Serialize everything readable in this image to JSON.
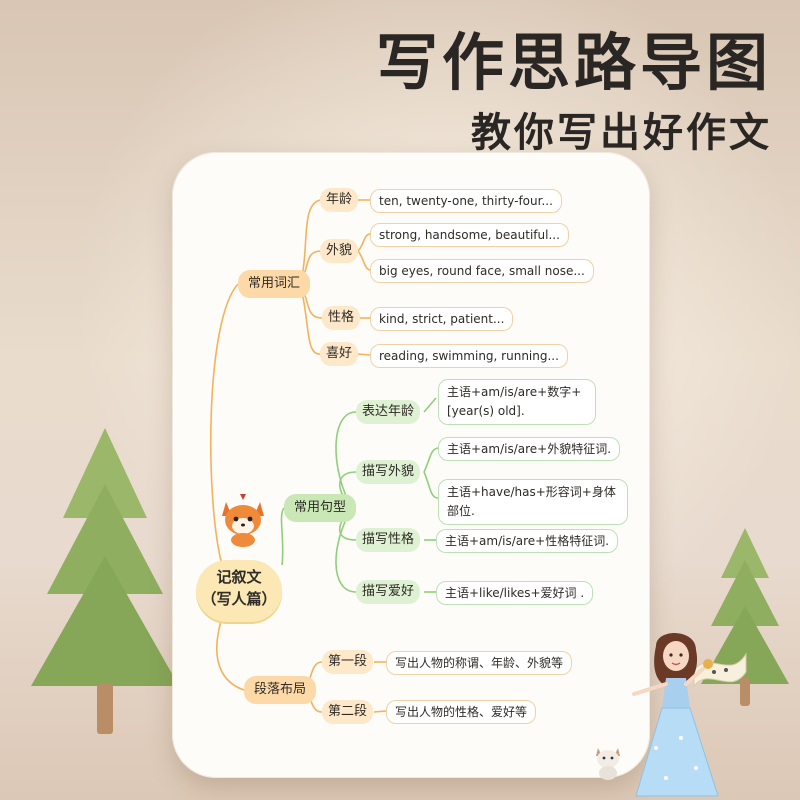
{
  "heading": {
    "title": "写作思路导图",
    "subtitle": "教你写出好作文"
  },
  "mindmap": {
    "root": {
      "line1": "记叙文",
      "line2": "（写人篇）"
    },
    "vocab": {
      "label": "常用词汇",
      "items": [
        {
          "label": "年龄",
          "examples": [
            "ten, twenty-one, thirty-four..."
          ]
        },
        {
          "label": "外貌",
          "examples": [
            "strong, handsome, beautiful...",
            "big eyes, round face, small nose..."
          ]
        },
        {
          "label": "性格",
          "examples": [
            "kind, strict, patient..."
          ]
        },
        {
          "label": "喜好",
          "examples": [
            "reading, swimming, running..."
          ]
        }
      ]
    },
    "sentences": {
      "label": "常用句型",
      "items": [
        {
          "label": "表达年龄",
          "examples": [
            "主语+am/is/are+数字+[year(s) old]."
          ]
        },
        {
          "label": "描写外貌",
          "examples": [
            "主语+am/is/are+外貌特征词.",
            "主语+have/has+形容词+身体部位."
          ]
        },
        {
          "label": "描写性格",
          "examples": [
            "主语+am/is/are+性格特征词."
          ]
        },
        {
          "label": "描写爱好",
          "examples": [
            "主语+like/likes+爱好词 ."
          ]
        }
      ]
    },
    "layout": {
      "label": "段落布局",
      "items": [
        {
          "label": "第一段",
          "examples": [
            "写出人物的称谓、年龄、外貌等"
          ]
        },
        {
          "label": "第二段",
          "examples": [
            "写出人物的性格、爱好等"
          ]
        }
      ]
    }
  },
  "colors": {
    "orange_line": "#f3b25c",
    "green_line": "#8fcf7a",
    "tree": "#8aa95c",
    "tree_dark": "#6f8f48"
  }
}
